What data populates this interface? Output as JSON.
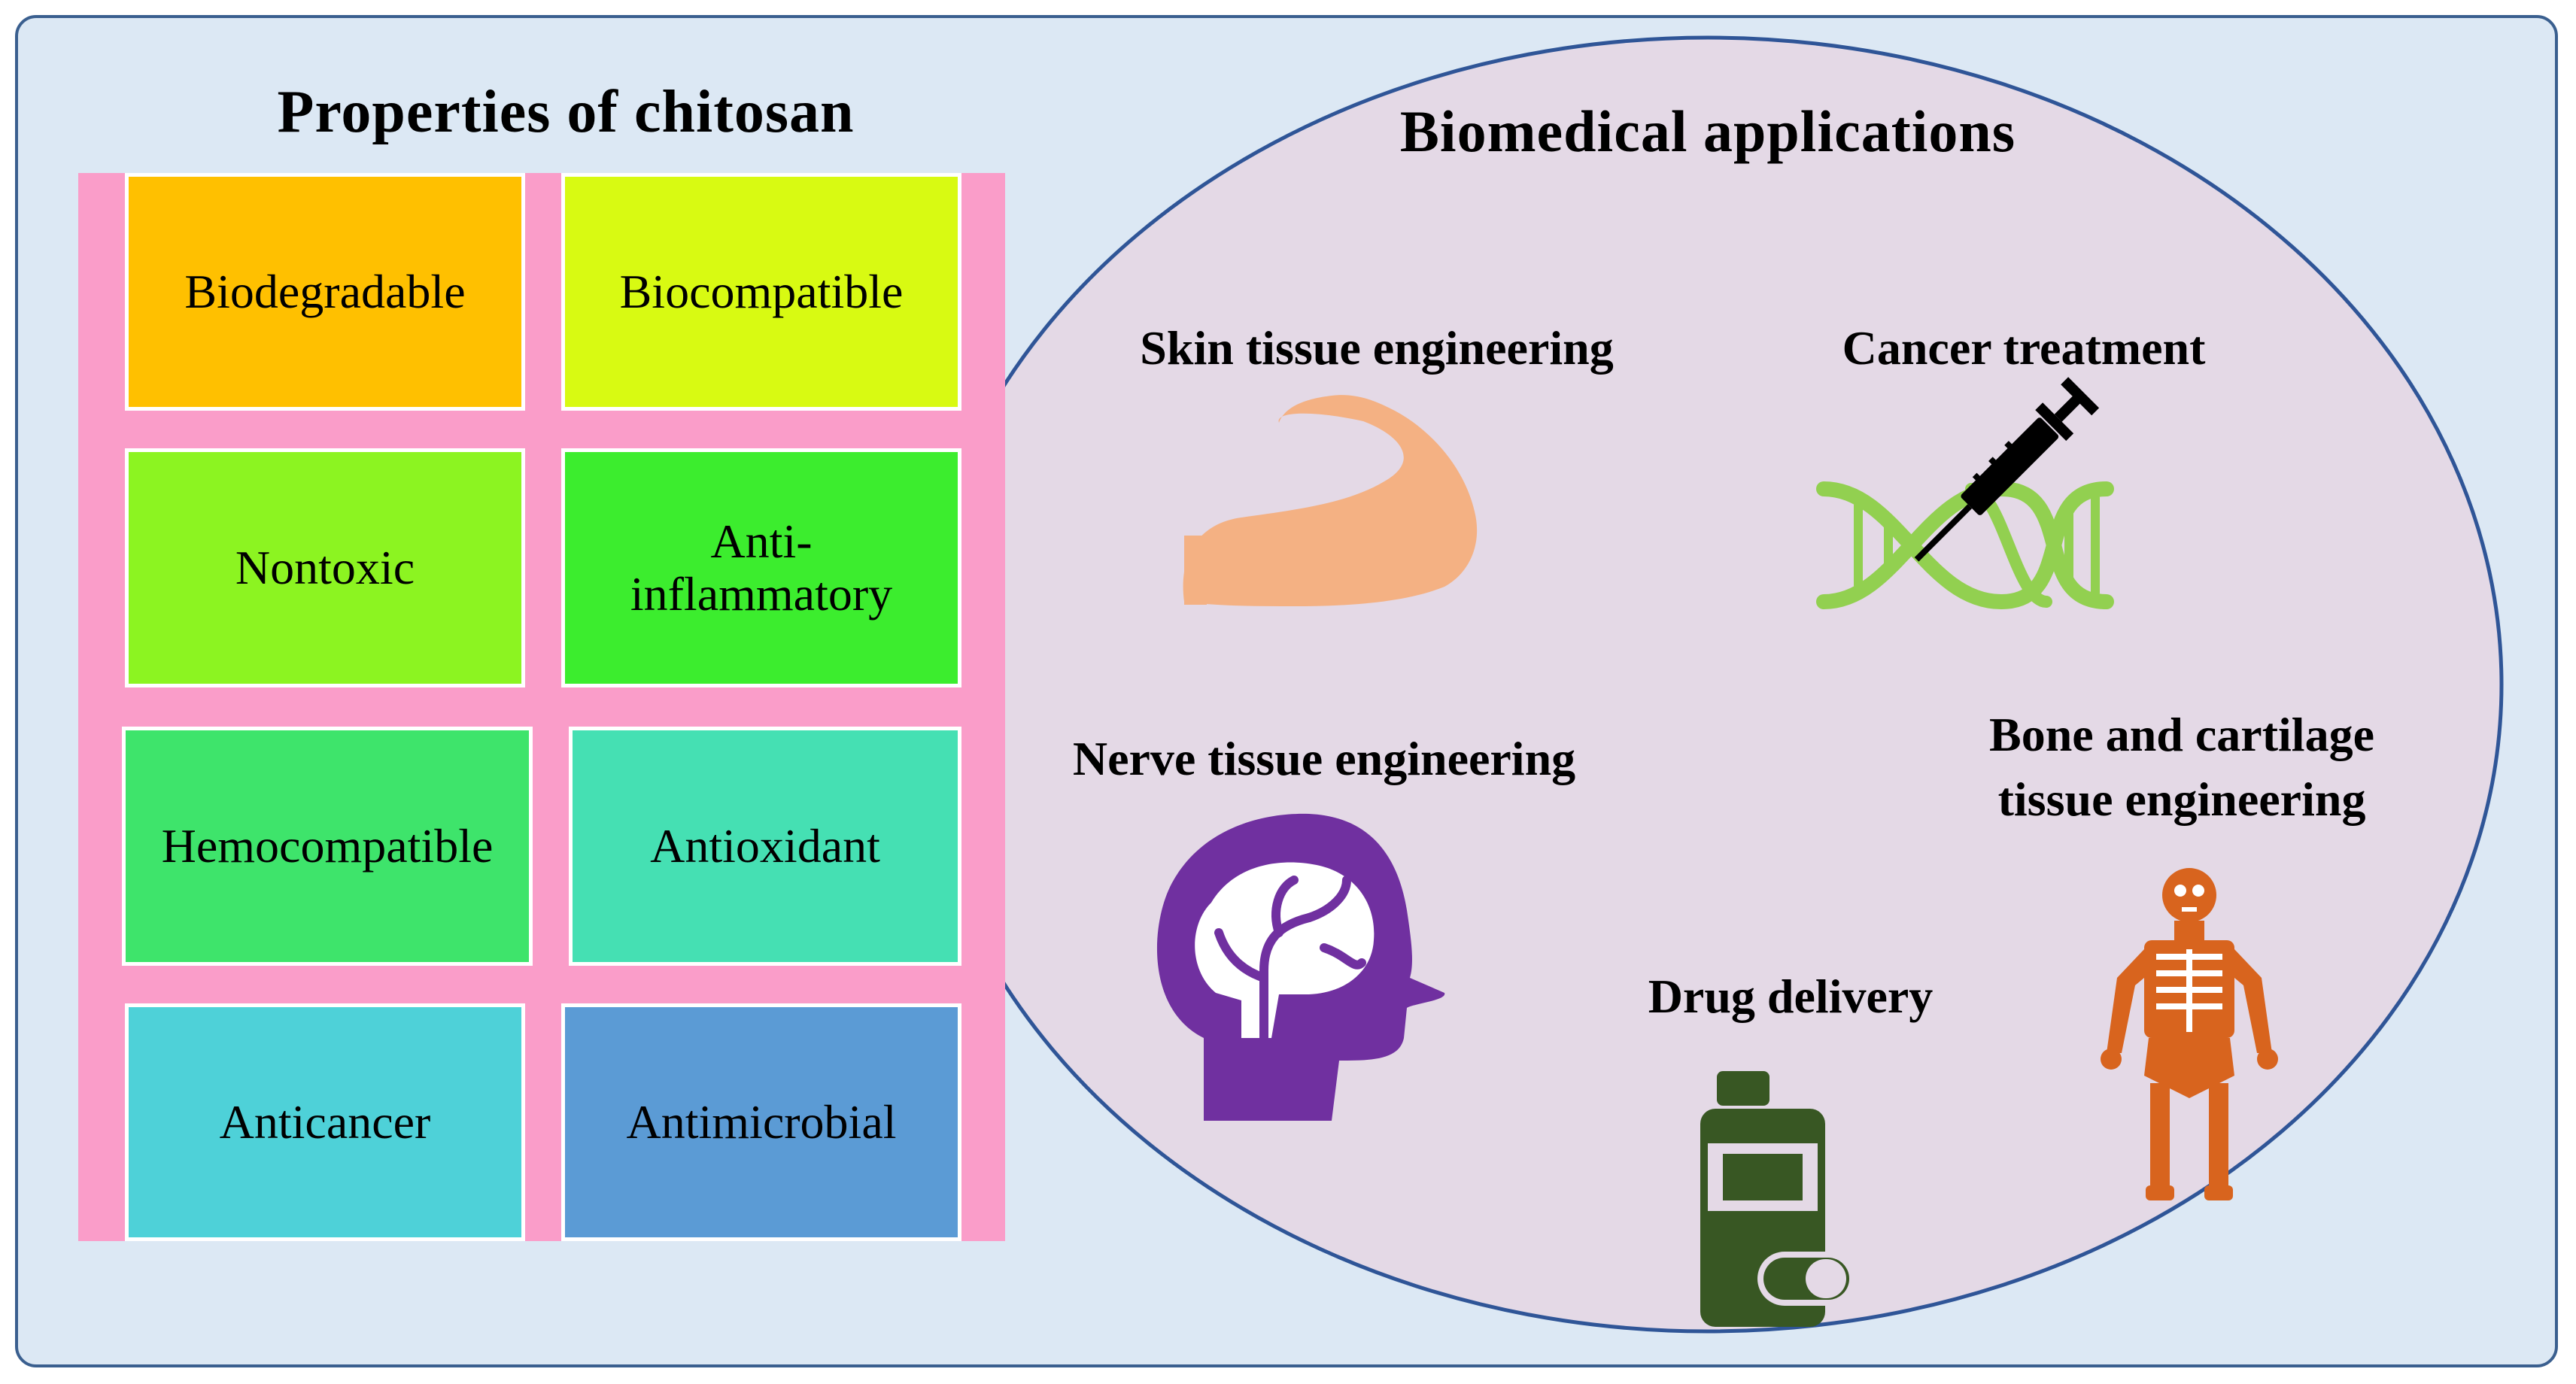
{
  "left_title": "Properties of chitosan",
  "right_title": "Biomedical applications",
  "properties": [
    {
      "label": "Biodegradable",
      "color": "#ffc000"
    },
    {
      "label": "Biocompatible",
      "color": "#d8fa12"
    },
    {
      "label": "Nontoxic",
      "color": "#8cf421"
    },
    {
      "label": "Anti-\ninflammatory",
      "color": "#3ced2e"
    },
    {
      "label": "Hemocompatible",
      "color": "#3ee46b"
    },
    {
      "label": "Antioxidant",
      "color": "#45e0b3"
    },
    {
      "label": "Anticancer",
      "color": "#4ed1d8"
    },
    {
      "label": "Antimicrobial",
      "color": "#5b9bd5"
    }
  ],
  "applications": {
    "skin": {
      "label": "Skin tissue engineering",
      "icon": "flexed-arm-icon",
      "color": "#f4b183"
    },
    "cancer": {
      "label": "Cancer treatment",
      "icon": "dna-syringe-icon",
      "color": "#92d050"
    },
    "nerve": {
      "label": "Nerve tissue engineering",
      "icon": "brain-head-icon",
      "color": "#7030a0"
    },
    "bone": {
      "label": "Bone and cartilage\ntissue engineering",
      "icon": "skeleton-icon",
      "color": "#d8641e"
    },
    "drug": {
      "label": "Drug delivery",
      "icon": "pill-bottle-icon",
      "color": "#385723"
    }
  },
  "colors": {
    "frame_bg": "#dce8f4",
    "frame_border": "#3a5f8f",
    "grid_bg": "#fa9dc9",
    "ellipse_fill": "#e4d9e6",
    "ellipse_stroke": "#2f5597"
  }
}
